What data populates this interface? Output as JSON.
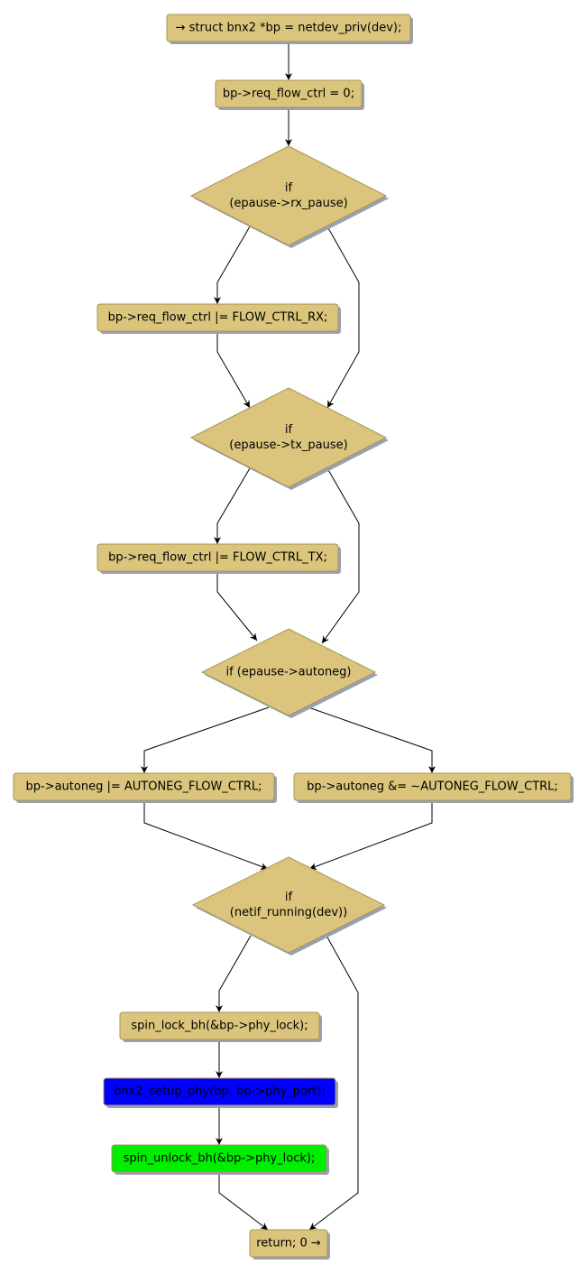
{
  "colors": {
    "box_fill": "#dbc57c",
    "box_stroke": "#a89457",
    "highlight_blue": "#0000ff",
    "highlight_green": "#00ee00",
    "edge": "#000000"
  },
  "nodes": [
    {
      "id": "n1",
      "type": "box",
      "lines": [
        "→ struct bnx2 *bp = netdev_priv(dev);"
      ]
    },
    {
      "id": "n2",
      "type": "box",
      "lines": [
        "bp->req_flow_ctrl = 0;"
      ]
    },
    {
      "id": "n3",
      "type": "diamond",
      "lines": [
        "if",
        "(epause->rx_pause)"
      ]
    },
    {
      "id": "n4",
      "type": "box",
      "lines": [
        "bp->req_flow_ctrl |= FLOW_CTRL_RX;"
      ]
    },
    {
      "id": "n5",
      "type": "diamond",
      "lines": [
        "if",
        "(epause->tx_pause)"
      ]
    },
    {
      "id": "n6",
      "type": "box",
      "lines": [
        "bp->req_flow_ctrl |= FLOW_CTRL_TX;"
      ]
    },
    {
      "id": "n7",
      "type": "diamond",
      "lines": [
        "if (epause->autoneg)"
      ]
    },
    {
      "id": "n8",
      "type": "box",
      "lines": [
        "bp->autoneg |= AUTONEG_FLOW_CTRL;"
      ]
    },
    {
      "id": "n9",
      "type": "box",
      "lines": [
        "bp->autoneg &= ~AUTONEG_FLOW_CTRL;"
      ]
    },
    {
      "id": "n10",
      "type": "diamond",
      "lines": [
        "if",
        "(netif_running(dev))"
      ]
    },
    {
      "id": "n11",
      "type": "box",
      "lines": [
        "spin_lock_bh(&bp->phy_lock);"
      ]
    },
    {
      "id": "n12",
      "type": "box",
      "lines": [
        "bnx2_setup_phy(bp, bp->phy_port);"
      ],
      "highlight": "blue"
    },
    {
      "id": "n13",
      "type": "box",
      "lines": [
        "spin_unlock_bh(&bp->phy_lock);"
      ],
      "highlight": "green"
    },
    {
      "id": "n14",
      "type": "box",
      "lines": [
        "return; 0 →"
      ]
    }
  ],
  "edges": [
    [
      "n1",
      "n2"
    ],
    [
      "n2",
      "n3"
    ],
    [
      "n3",
      "n4"
    ],
    [
      "n3",
      "n5"
    ],
    [
      "n4",
      "n5"
    ],
    [
      "n5",
      "n6"
    ],
    [
      "n5",
      "n7"
    ],
    [
      "n6",
      "n7"
    ],
    [
      "n7",
      "n8"
    ],
    [
      "n7",
      "n9"
    ],
    [
      "n8",
      "n10"
    ],
    [
      "n9",
      "n10"
    ],
    [
      "n10",
      "n11"
    ],
    [
      "n10",
      "n14"
    ],
    [
      "n11",
      "n12"
    ],
    [
      "n12",
      "n13"
    ],
    [
      "n13",
      "n14"
    ]
  ]
}
